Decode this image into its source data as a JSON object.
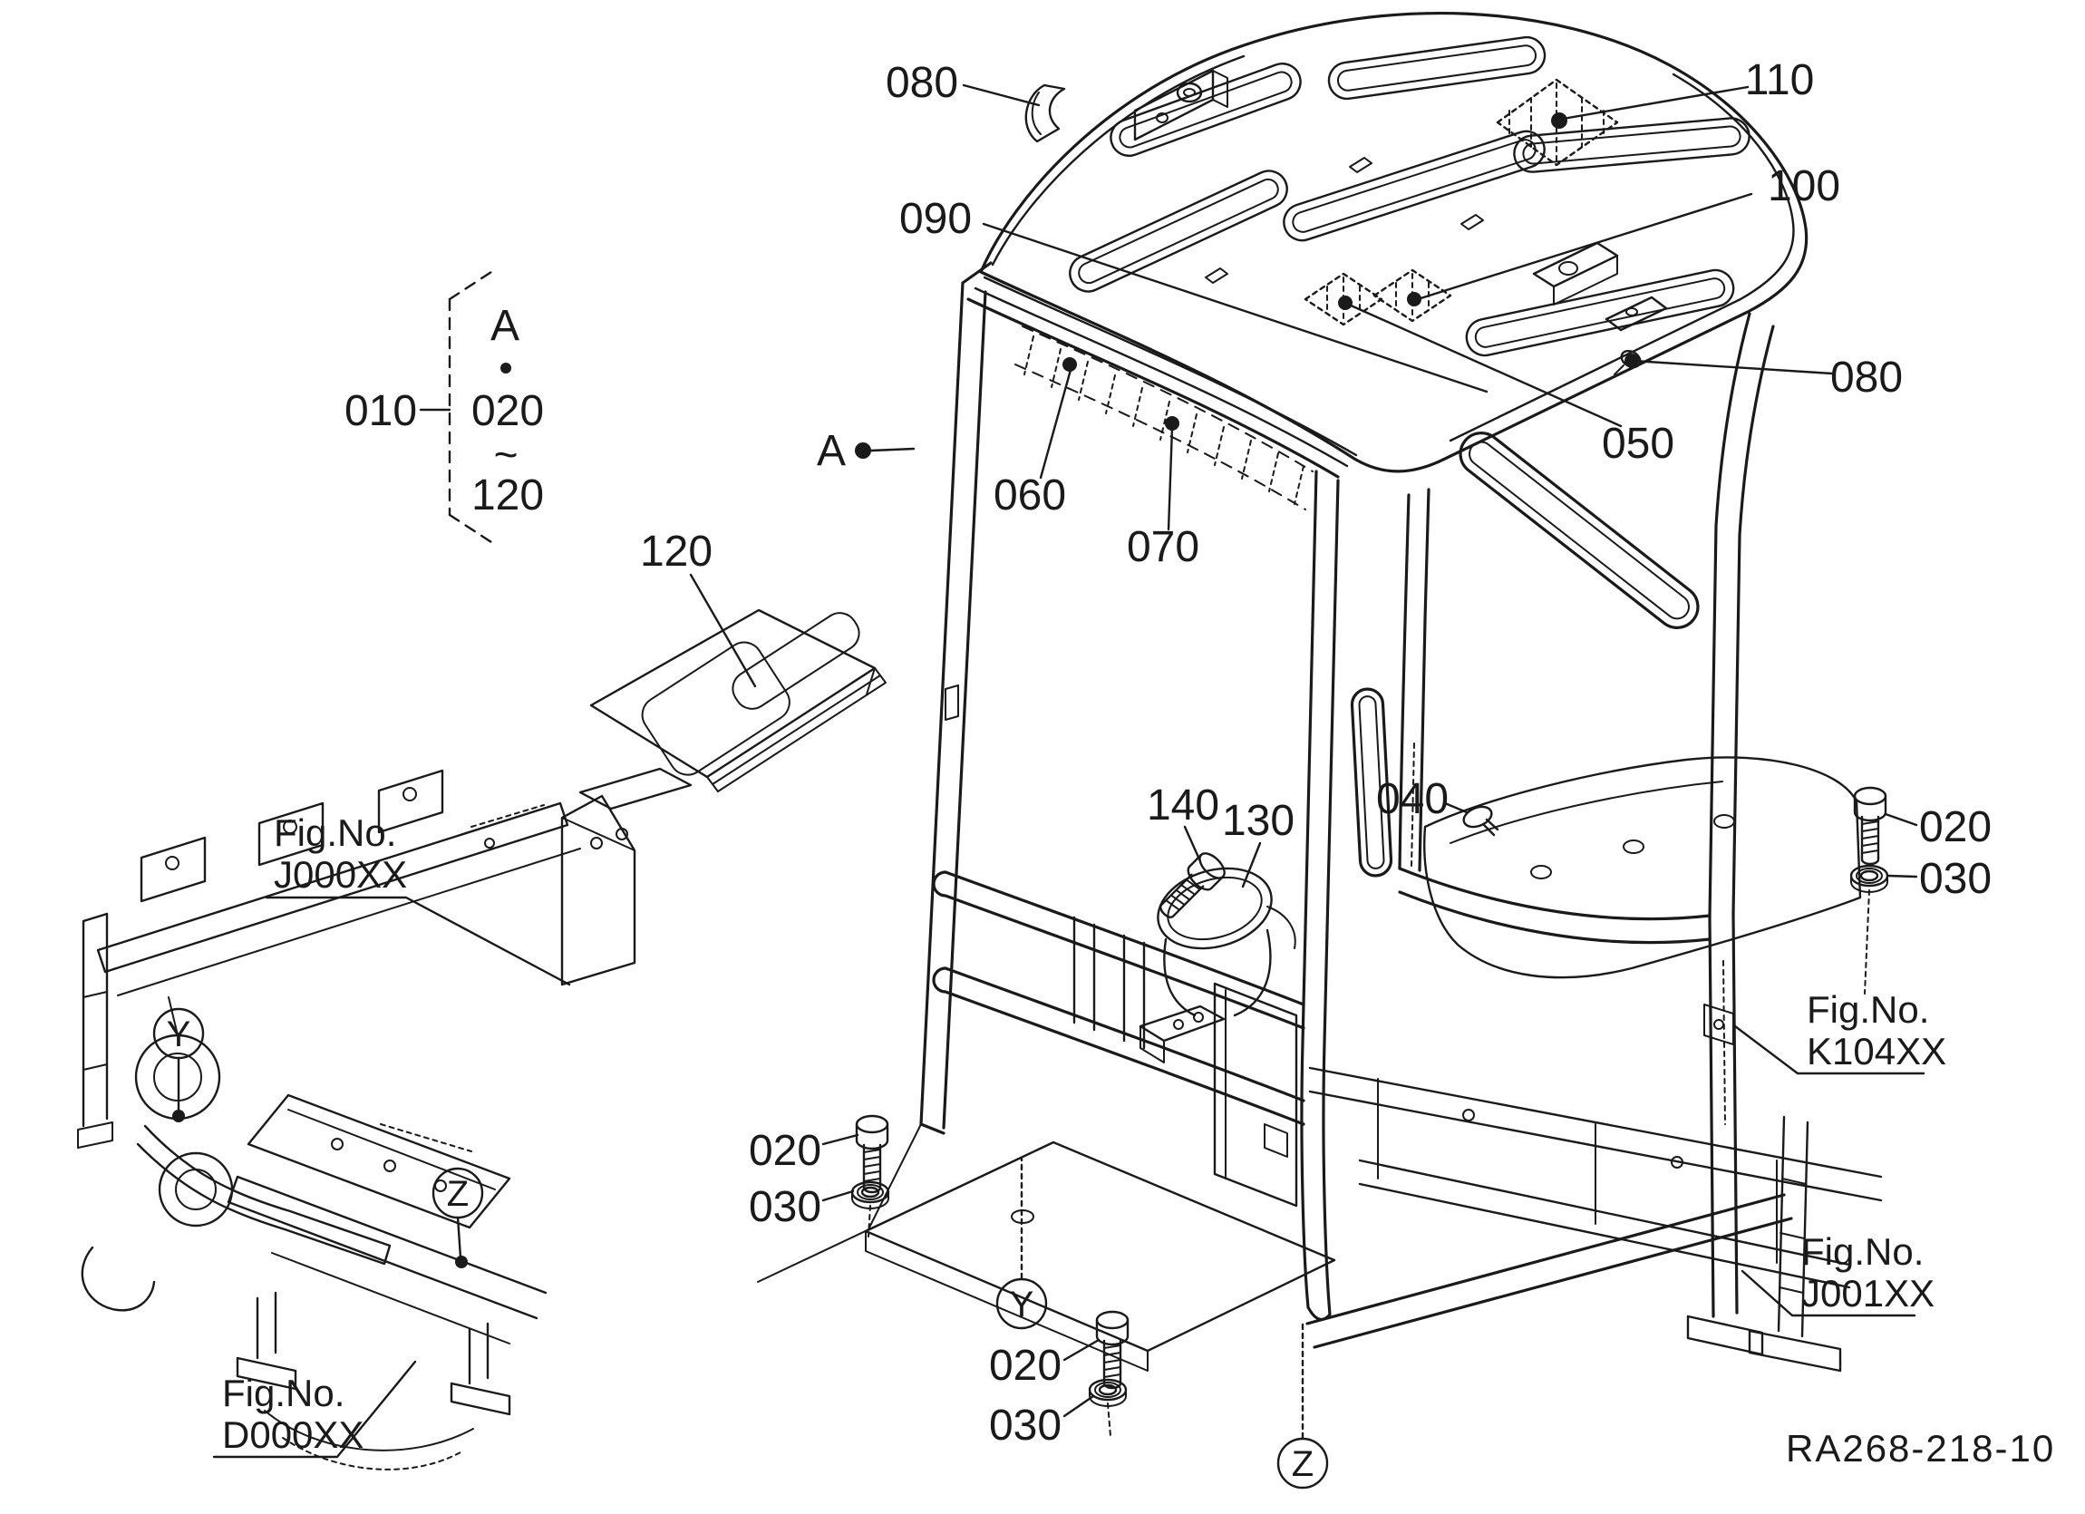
{
  "page": {
    "background": "#ffffff",
    "line_color": "#1a1a1a",
    "type": "exploded-parts-diagram",
    "drawing_number": "RA268-218-10"
  },
  "assembly_group": {
    "label": "010",
    "view": "A",
    "range_from": "020",
    "range_tilde": "~",
    "range_to": "120"
  },
  "view_marker": {
    "label": "A"
  },
  "callouts": [
    {
      "id": "080-top",
      "label": "080"
    },
    {
      "id": "110",
      "label": "110"
    },
    {
      "id": "090",
      "label": "090"
    },
    {
      "id": "100",
      "label": "100"
    },
    {
      "id": "050",
      "label": "050"
    },
    {
      "id": "080-right",
      "label": "080"
    },
    {
      "id": "060",
      "label": "060"
    },
    {
      "id": "070",
      "label": "070"
    },
    {
      "id": "120",
      "label": "120"
    },
    {
      "id": "140",
      "label": "140"
    },
    {
      "id": "130",
      "label": "130"
    },
    {
      "id": "040",
      "label": "040"
    },
    {
      "id": "020-right",
      "label": "020"
    },
    {
      "id": "030-right",
      "label": "030"
    },
    {
      "id": "020-mid",
      "label": "020"
    },
    {
      "id": "030-mid",
      "label": "030"
    },
    {
      "id": "020-bottom",
      "label": "020"
    },
    {
      "id": "030-bottom",
      "label": "030"
    }
  ],
  "balloons": [
    {
      "id": "Y-left",
      "label": "Y"
    },
    {
      "id": "Z-left",
      "label": "Z"
    },
    {
      "id": "Y-bottom",
      "label": "Y"
    },
    {
      "id": "Z-bottom",
      "label": "Z"
    }
  ],
  "figure_refs": [
    {
      "id": "J000XX",
      "line1": "Fig.No.",
      "line2": "J000XX"
    },
    {
      "id": "K104XX",
      "line1": "Fig.No.",
      "line2": "K104XX"
    },
    {
      "id": "D000XX",
      "line1": "Fig.No.",
      "line2": "D000XX"
    },
    {
      "id": "J001XX",
      "line1": "Fig.No.",
      "line2": "J001XX"
    }
  ]
}
